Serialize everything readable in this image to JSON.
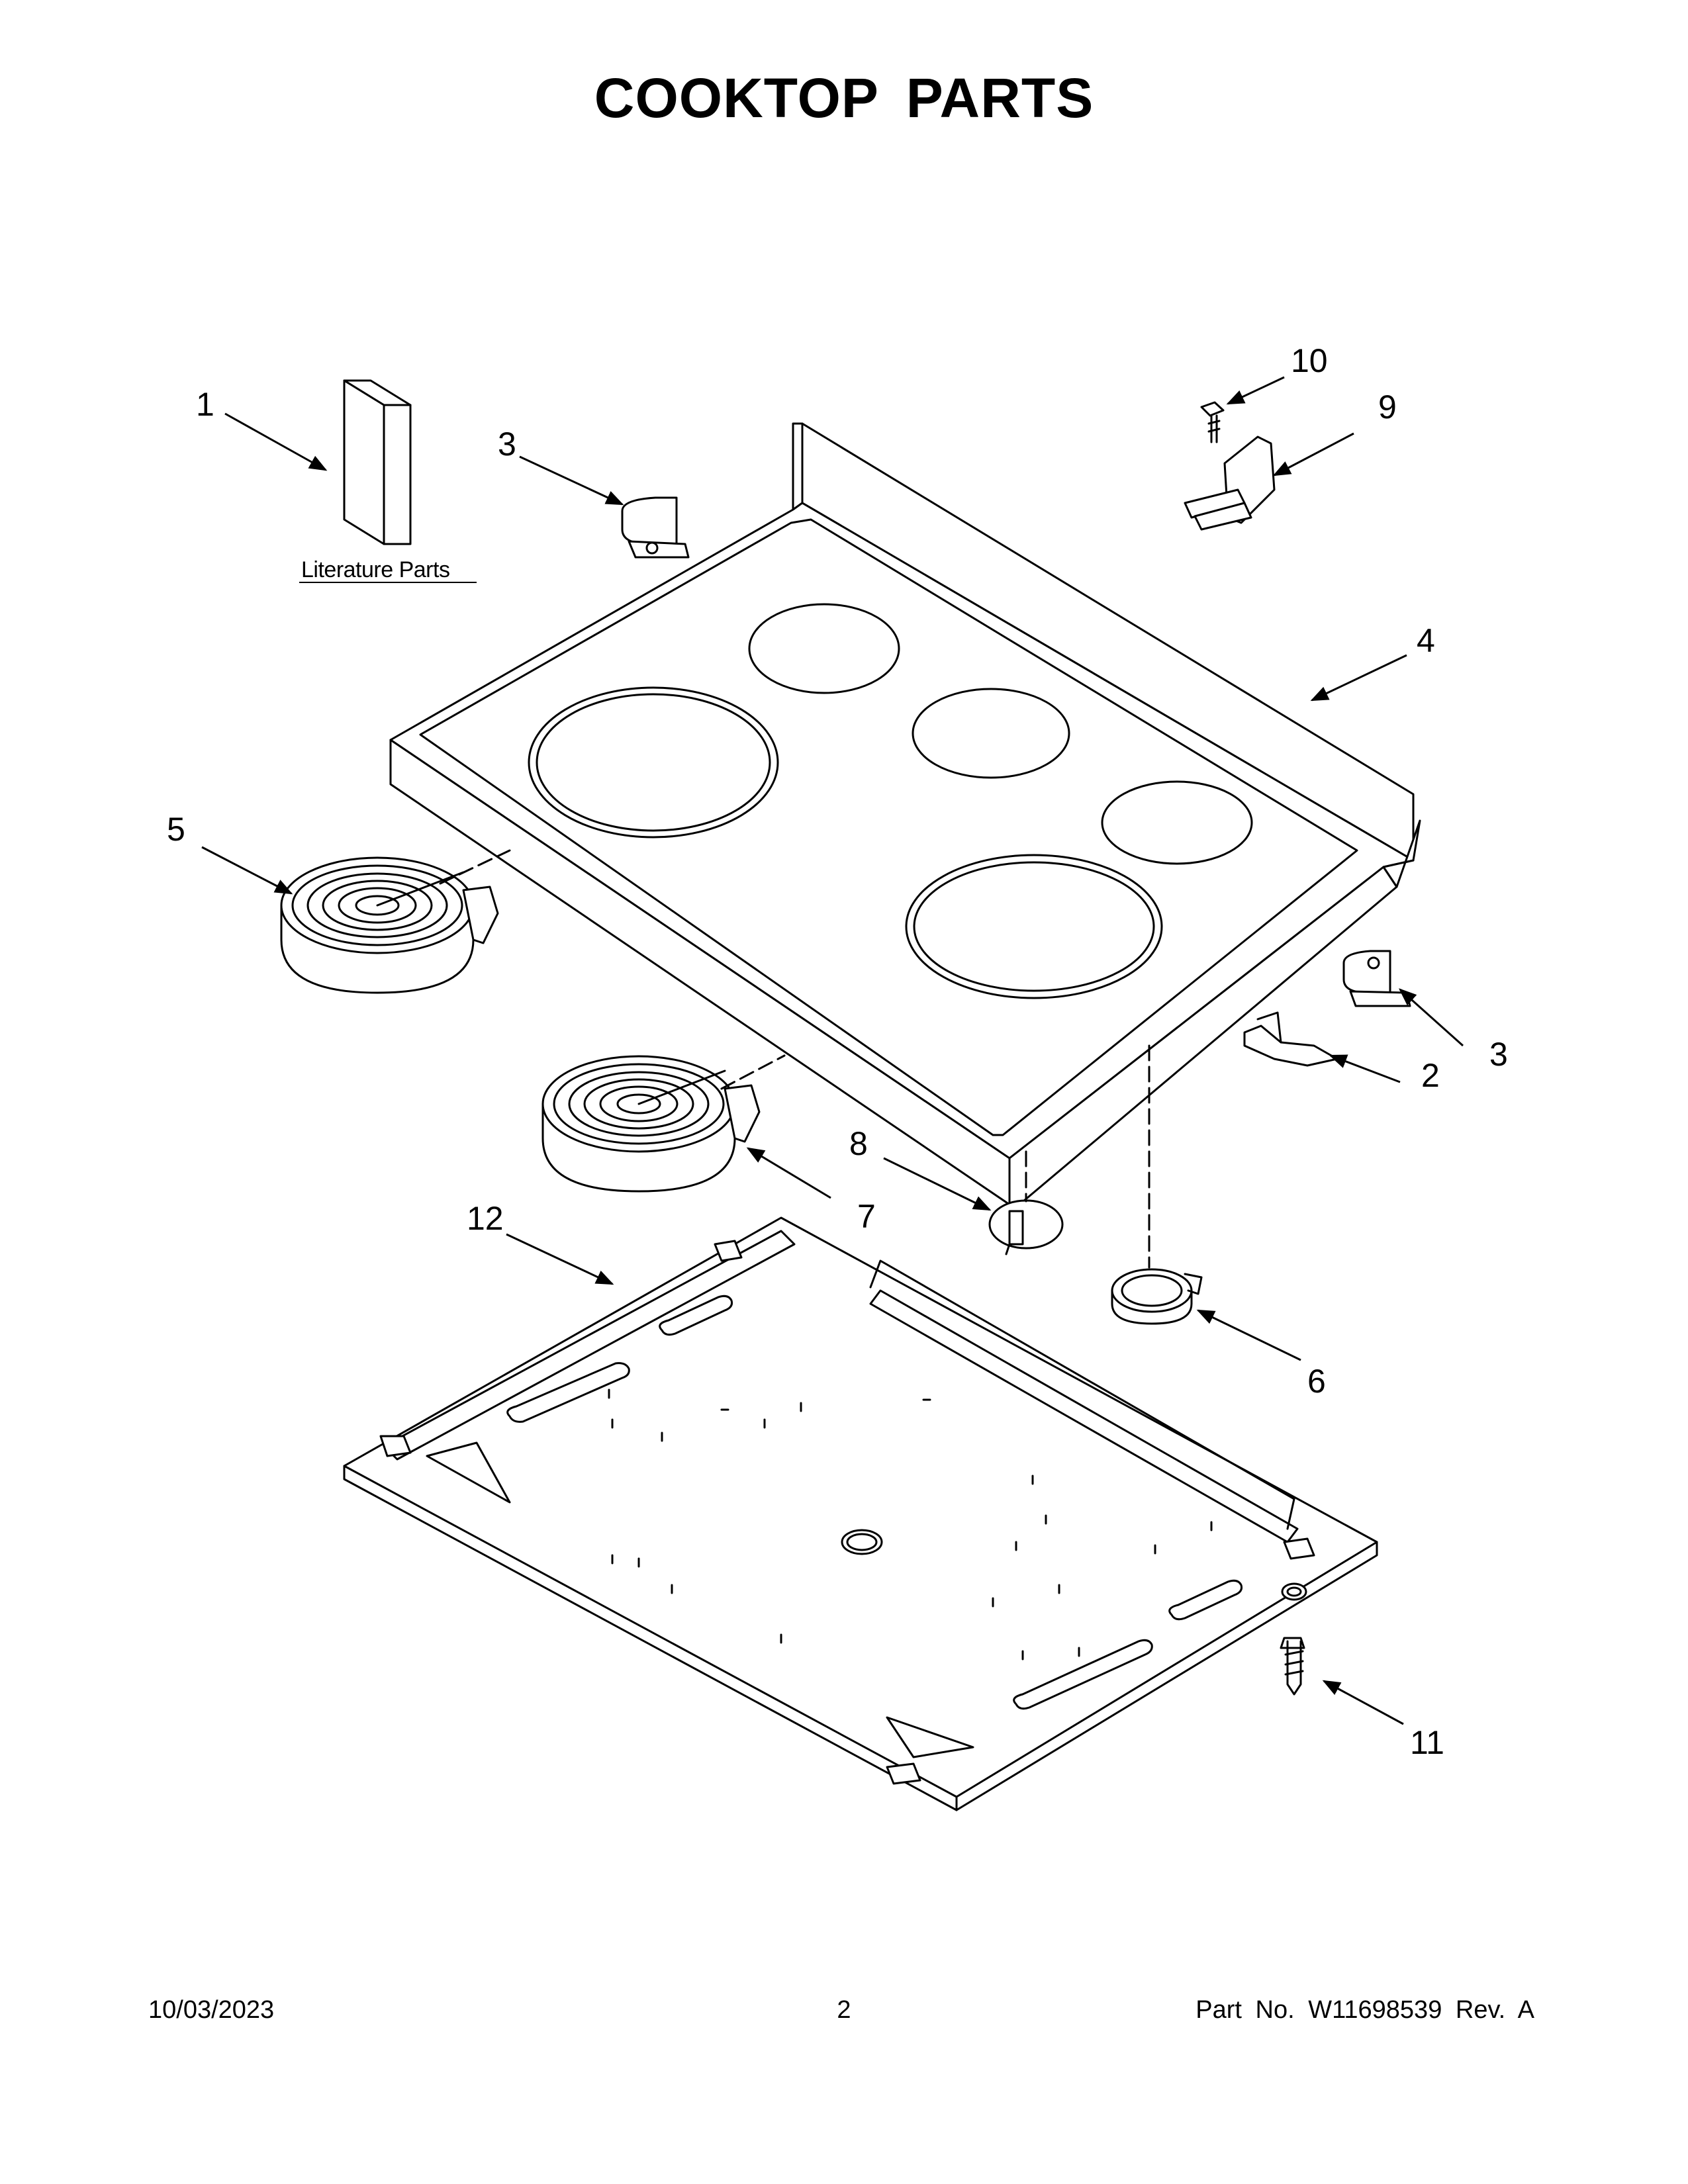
{
  "page": {
    "title": "COOKTOP PARTS",
    "literature_label": "Literature Parts"
  },
  "callouts": [
    {
      "number": "1",
      "part": "literature"
    },
    {
      "number": "2",
      "part": "bracket"
    },
    {
      "number": "3",
      "part": "hinge-left"
    },
    {
      "number": "3",
      "part": "hinge-right"
    },
    {
      "number": "4",
      "part": "cooktop"
    },
    {
      "number": "5",
      "part": "element-left-rear"
    },
    {
      "number": "6",
      "part": "element-small"
    },
    {
      "number": "7",
      "part": "element-left-front"
    },
    {
      "number": "8",
      "part": "clip"
    },
    {
      "number": "9",
      "part": "switch-bracket"
    },
    {
      "number": "10",
      "part": "screw-top"
    },
    {
      "number": "11",
      "part": "screw-bottom"
    },
    {
      "number": "12",
      "part": "burner-box"
    }
  ],
  "footer": {
    "date": "10/03/2023",
    "page_number": "2",
    "part_number": "Part No.  W11698539  Rev.  A"
  }
}
